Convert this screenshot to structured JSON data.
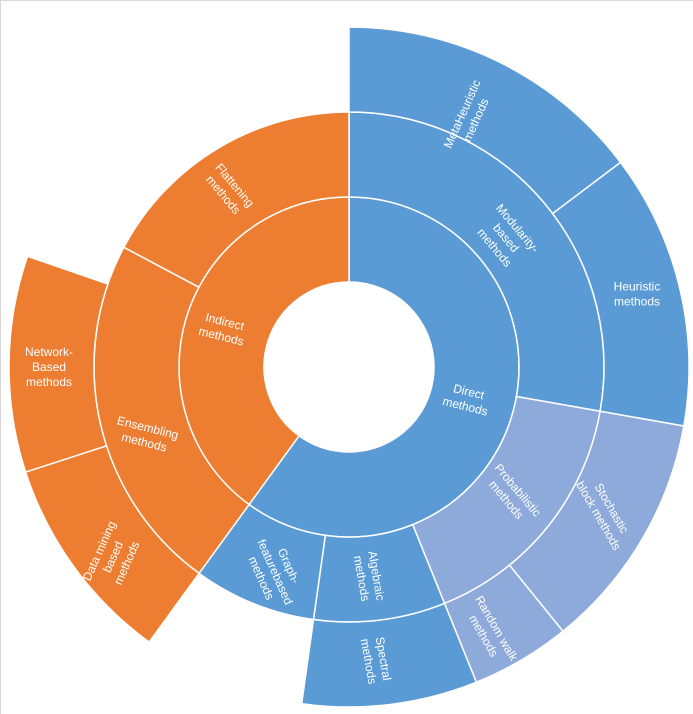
{
  "chart_data": {
    "type": "sunburst",
    "colors": {
      "direct": "#5b9bd5",
      "probabilistic": "#8eaadb",
      "indirect": "#ed7d31",
      "background": "#ffffff"
    },
    "levels": [
      {
        "id": "direct",
        "label": "Direct methods",
        "children": [
          {
            "id": "modularity",
            "label": "Modularity-based methods",
            "children": [
              {
                "id": "metaheuristic",
                "label": "MetaHeuristic methods"
              },
              {
                "id": "heuristic",
                "label": "Heuristic methods"
              }
            ]
          },
          {
            "id": "probabilistic",
            "label": "Probabilistic methods",
            "children": [
              {
                "id": "stochastic",
                "label": "Stochastic block methods"
              },
              {
                "id": "randomwalk",
                "label": "Random walk methods"
              }
            ]
          },
          {
            "id": "algebraic",
            "label": "Algebraic methods",
            "children": [
              {
                "id": "spectral",
                "label": "Spectral methods"
              }
            ]
          },
          {
            "id": "graphfeature",
            "label": "Graph-featurebased methods",
            "children": []
          }
        ]
      },
      {
        "id": "indirect",
        "label": "Indirect methods",
        "children": [
          {
            "id": "ensembling",
            "label": "Ensembling methods",
            "children": [
              {
                "id": "datamining",
                "label": "Data mining based methods"
              },
              {
                "id": "network",
                "label": "Network-Based methods"
              }
            ]
          },
          {
            "id": "flattening",
            "label": "Flattening methods",
            "children": []
          }
        ]
      }
    ],
    "text": {
      "direct": [
        "Direct",
        "methods"
      ],
      "indirect": [
        "Indirect",
        "methods"
      ],
      "modularity": [
        "Modularity-",
        "based",
        "methods"
      ],
      "probabilistic": [
        "Probabilistic",
        "methods"
      ],
      "algebraic": [
        "Algebraic",
        "methods"
      ],
      "graphfeature": [
        "Graph-",
        "featurebased",
        "methods"
      ],
      "ensembling": [
        "Ensembling",
        "methods"
      ],
      "flattening": [
        "Flattening",
        "methods"
      ],
      "metaheuristic": [
        "MetaHeuristic",
        "methods"
      ],
      "heuristic": [
        "Heuristic",
        "methods"
      ],
      "stochastic": [
        "Stochastic",
        "block methods"
      ],
      "randomwalk": [
        "Random walk",
        "methods"
      ],
      "spectral": [
        "Spectral",
        "methods"
      ],
      "datamining": [
        "Data mining",
        "based",
        "methods"
      ],
      "network": [
        "Network-",
        "Based",
        "methods"
      ]
    }
  }
}
